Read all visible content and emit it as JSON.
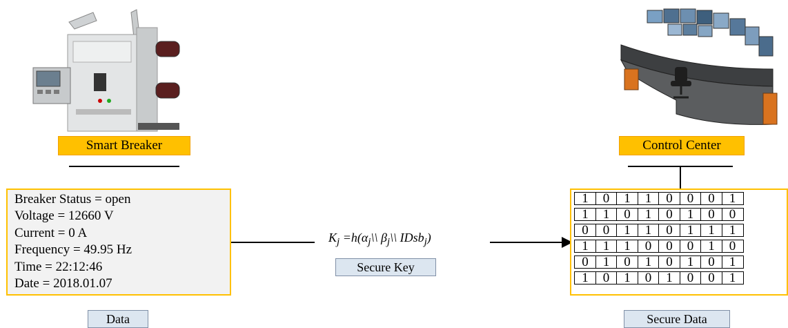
{
  "nodes": {
    "left_label": "Smart Breaker",
    "right_label": "Control Center"
  },
  "data_box": {
    "lines": [
      "Breaker Status = open",
      "Voltage = 12660 V",
      "Current = 0 A",
      "Frequency = 49.95 Hz",
      "Time = 22:12:46",
      "Date = 2018.01.07"
    ],
    "caption": "Data"
  },
  "link": {
    "formula": "Kj =h(αj\\\\ βj\\\\ IDsbj)",
    "caption": "Secure Key"
  },
  "secure_data": {
    "rows": [
      [
        "1",
        "0",
        "1",
        "1",
        "0",
        "0",
        "0",
        "1"
      ],
      [
        "1",
        "1",
        "0",
        "1",
        "0",
        "1",
        "0",
        "0"
      ],
      [
        "0",
        "0",
        "1",
        "1",
        "0",
        "1",
        "1",
        "1"
      ],
      [
        "1",
        "1",
        "1",
        "0",
        "0",
        "0",
        "1",
        "0"
      ],
      [
        "0",
        "1",
        "0",
        "1",
        "0",
        "1",
        "0",
        "1"
      ],
      [
        "1",
        "0",
        "1",
        "0",
        "1",
        "0",
        "0",
        "1"
      ]
    ],
    "caption": "Secure Data"
  },
  "colors": {
    "accent": "#ffc000",
    "panel": "#f2f2f2",
    "caption_fill": "#dce6f0"
  }
}
